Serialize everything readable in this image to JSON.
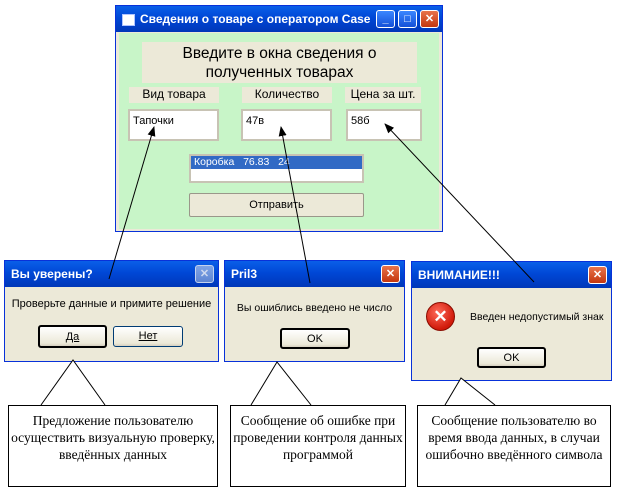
{
  "main_window": {
    "title": "Сведения о товаре с оператором Case",
    "heading_line1": "Введите в окна сведения о",
    "heading_line2": "полученных товарах",
    "labels": [
      "Вид товара",
      "Количество",
      "Цена за шт."
    ],
    "fields": [
      "Тапочки",
      "47в",
      "58б"
    ],
    "list_item": "Коробка   76.83   24",
    "submit_label": "Отправить",
    "background": "#c8f5c8"
  },
  "confirm_dialog": {
    "title": "Вы уверены?",
    "message": "Проверьте данные и примите решение",
    "yes_label": "Да",
    "no_label": "Нет"
  },
  "error_dialog": {
    "title": "Pril3",
    "message": "Вы ошиблись введено не число",
    "ok_label": "OK"
  },
  "warning_dialog": {
    "title": "ВНИМАНИЕ!!!",
    "message": "Введен недопустимый знак",
    "ok_label": "OK"
  },
  "captions": [
    "Предложение пользователю осуществить визуальную проверку, введённых данных",
    "Сообщение об ошибке при проведении контроля данных программой",
    "Сообщение пользователю во время ввода данных, в случаи ошибочно введённого символа"
  ]
}
